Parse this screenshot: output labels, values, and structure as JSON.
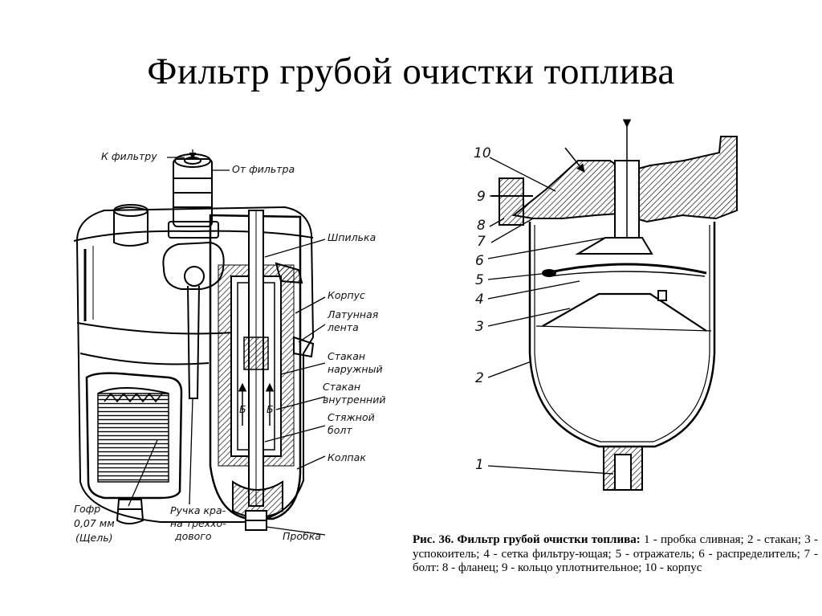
{
  "slide": {
    "title": "Фильтр грубой очистки топлива"
  },
  "cutaway": {
    "labels": {
      "to_filter": "К фильтру",
      "from_filter": "От фильтра",
      "stud": "Шпилька",
      "body": "Корпус",
      "brass_1": "Латунная",
      "brass_2": "лента",
      "outer_1": "Стакан",
      "outer_2": "наружный",
      "inner_1": "Стакан",
      "inner_2": "внутренний",
      "bolt_1": "Стяжной",
      "bolt_2": "болт",
      "cap": "Колпак",
      "plug": "Пробка",
      "gofr_1": "Гофр",
      "gofr_2": "0,07 мм",
      "gofr_3": "(Щель)",
      "handle_1": "Ручка кра-",
      "handle_2": "на треххо-",
      "handle_3": "дового",
      "flow_a": "Б",
      "flow_b": "Б"
    }
  },
  "section": {
    "numbers": [
      "10",
      "9",
      "8",
      "7",
      "6",
      "5",
      "4",
      "3",
      "2",
      "1"
    ]
  },
  "caption": {
    "lead": "Рис. 36. Фильтр грубой очистки топлива:",
    "text": " 1 - пробка сливная; 2 - стакан; 3 - успокоитель; 4 - сетка фильтру-ющая; 5 - отражатель; 6 - распределитель; 7 - болт: 8 - фланец; 9 - кольцо уплотнительное; 10 - корпус"
  }
}
